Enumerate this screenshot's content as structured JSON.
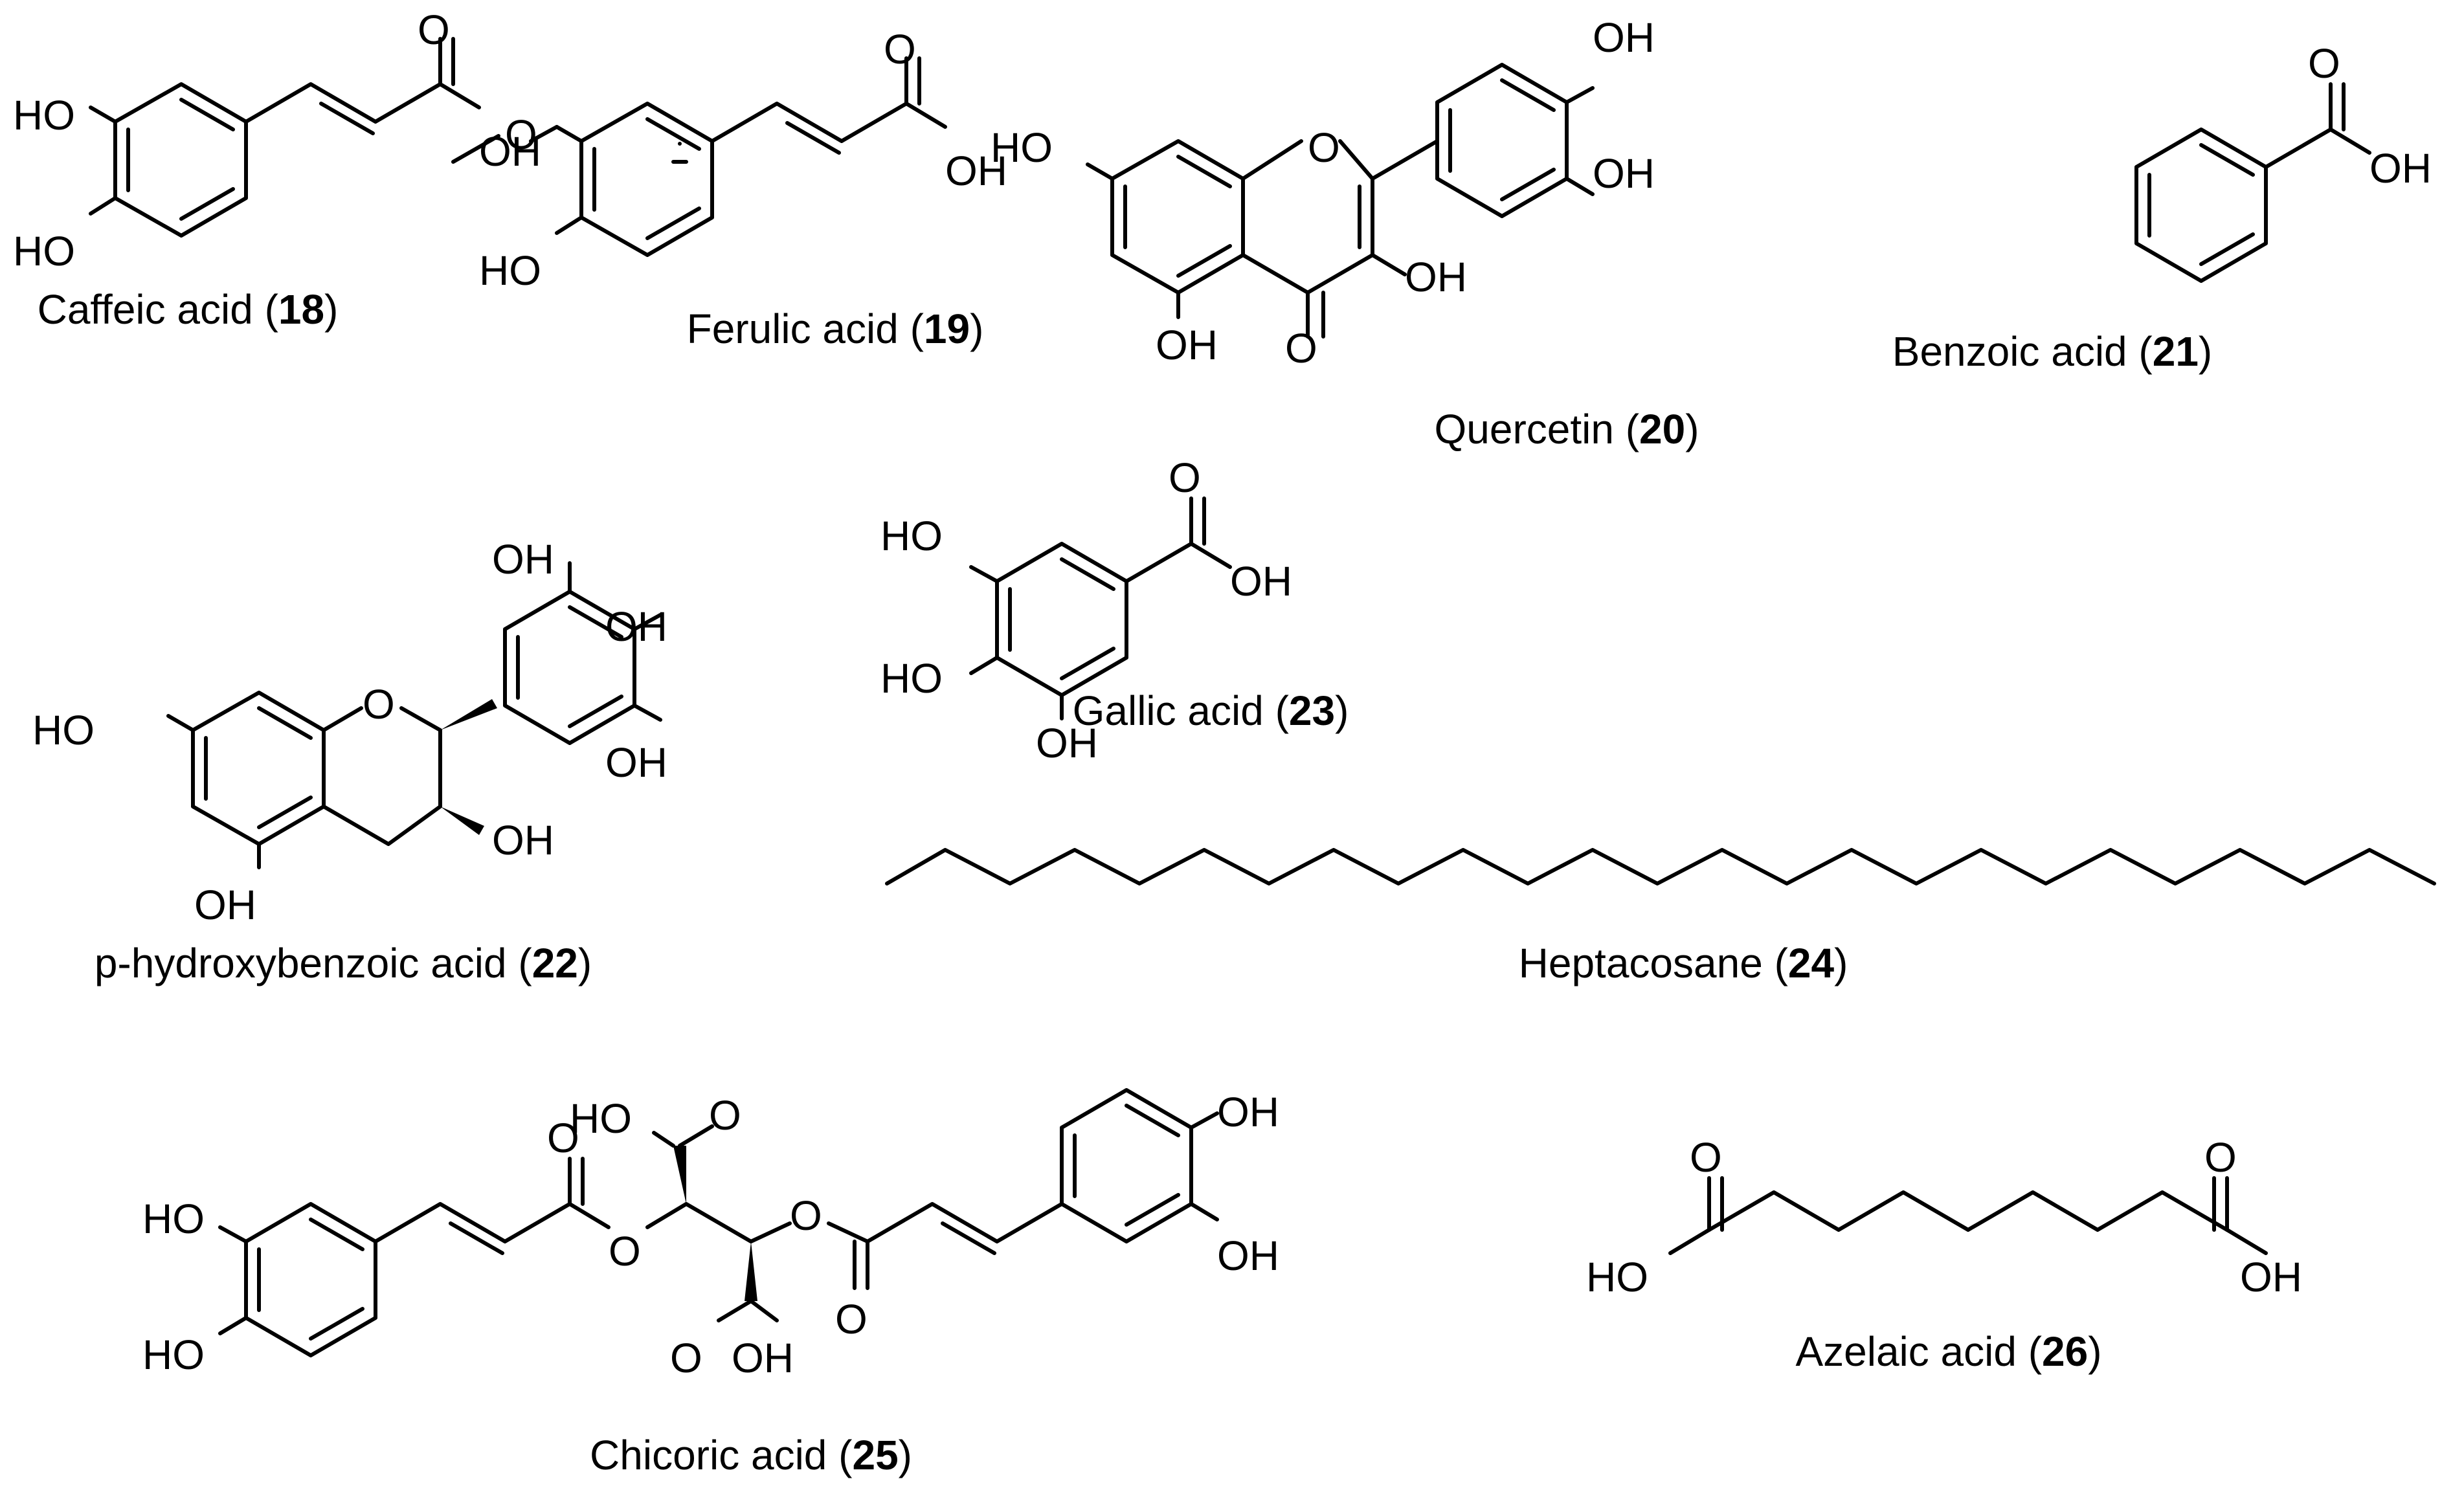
{
  "compounds": {
    "caffeic": {
      "name": "Caffeic acid",
      "number": "18"
    },
    "ferulic": {
      "name": "Ferulic acid",
      "number": "19"
    },
    "quercetin": {
      "name": "Quercetin",
      "number": "20"
    },
    "benzoic": {
      "name": "Benzoic acid",
      "number": "21"
    },
    "phydroxy": {
      "name": "p-hydroxybenzoic acid",
      "number": "22"
    },
    "gallic": {
      "name": "Gallic acid",
      "number": "23"
    },
    "heptacosane": {
      "name": "Heptacosane",
      "number": "24"
    },
    "chicoric": {
      "name": "Chicoric acid",
      "number": "25"
    },
    "azelaic": {
      "name": "Azelaic acid",
      "number": "26"
    }
  },
  "atoms": {
    "oh": "OH",
    "ho": "HO",
    "o": "O"
  }
}
